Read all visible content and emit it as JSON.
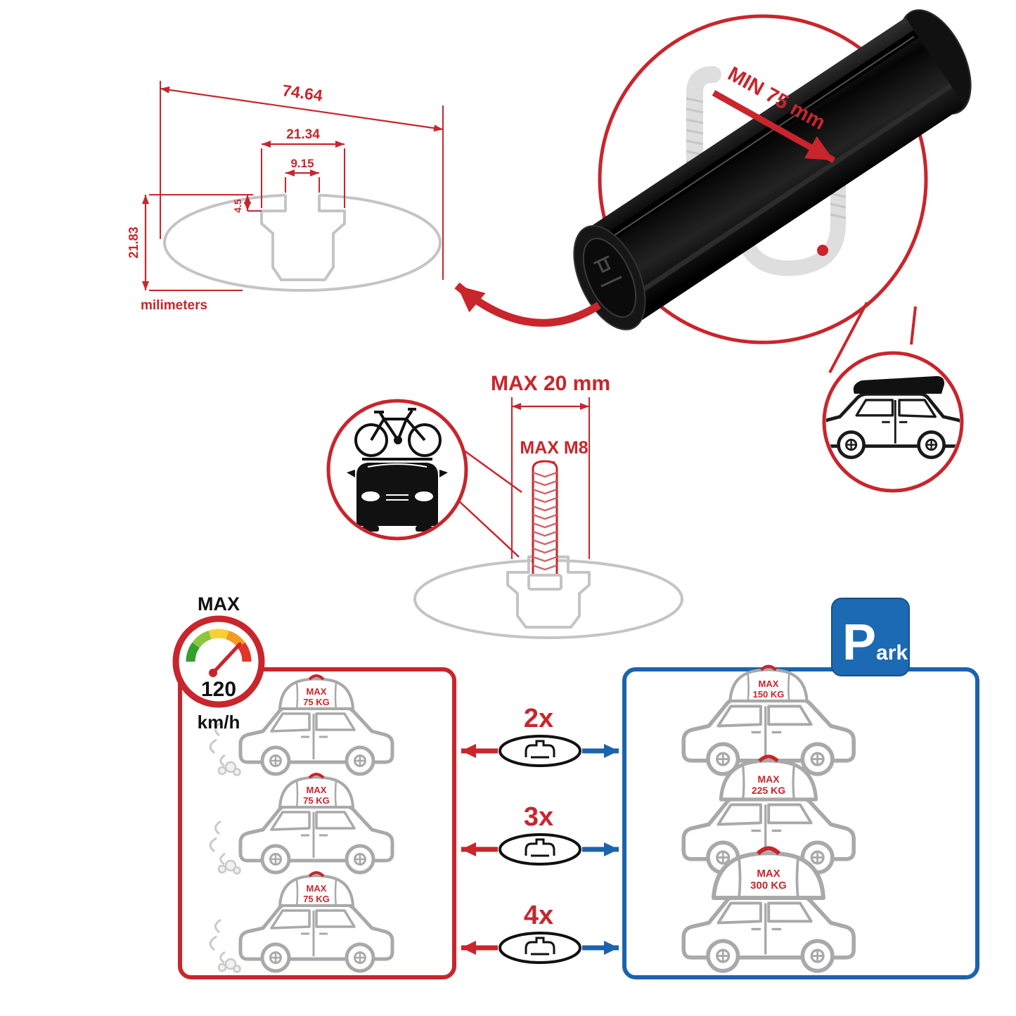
{
  "colors": {
    "red": "#c9252c",
    "blue": "#1c63ad",
    "gray_outline": "#c4c4c4",
    "car_gray": "#a9a9a9",
    "bar_black": "#111111"
  },
  "dimensions": {
    "total_width": "74.64",
    "slot_outer_width": "21.34",
    "slot_inner_width": "9.15",
    "slot_depth": "4.5",
    "total_height": "21.83",
    "units": "milimeters"
  },
  "bar_callout": {
    "min_span": "MIN 75 mm"
  },
  "bolt": {
    "max_width": "MAX 20 mm",
    "max_thread": "MAX M8"
  },
  "speed": {
    "label": "MAX",
    "value": "120",
    "units": "km/h"
  },
  "driving_cars": [
    {
      "line1": "MAX",
      "line2": "75 KG"
    },
    {
      "line1": "MAX",
      "line2": "75 KG"
    },
    {
      "line1": "MAX",
      "line2": "75 KG"
    }
  ],
  "multipliers": [
    {
      "label": "2x"
    },
    {
      "label": "3x"
    },
    {
      "label": "4x"
    }
  ],
  "parked_cars": [
    {
      "line1": "MAX",
      "line2": "150 KG"
    },
    {
      "line1": "MAX",
      "line2": "225 KG"
    },
    {
      "line1": "MAX",
      "line2": "300 KG"
    }
  ],
  "parking_sign": {
    "letter": "P",
    "rest": "ark"
  }
}
